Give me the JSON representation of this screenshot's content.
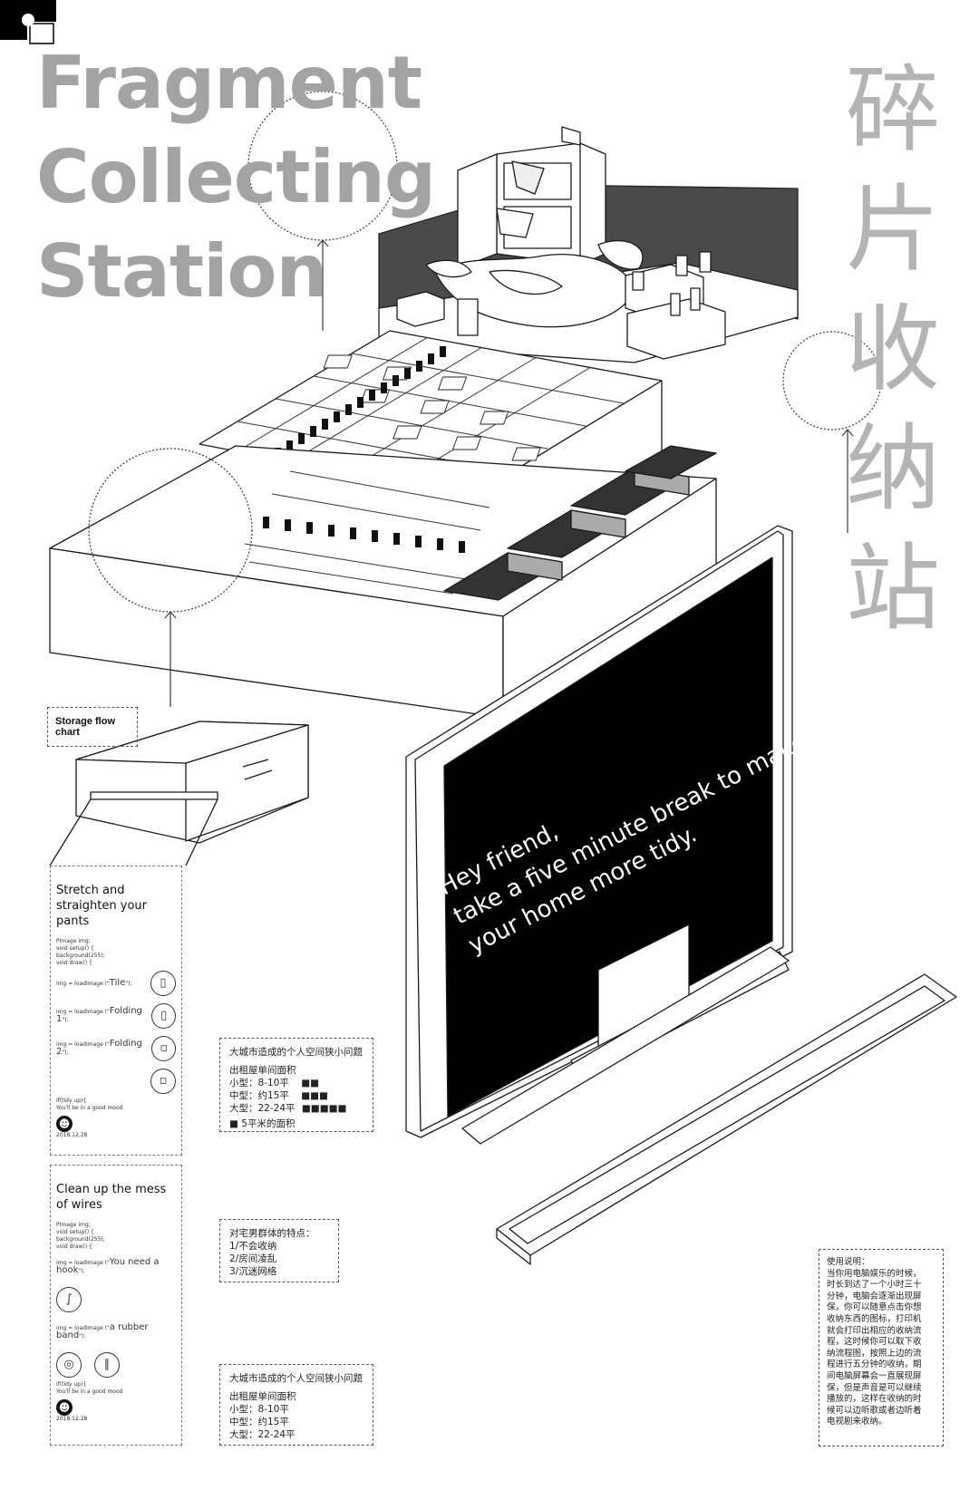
{
  "title_en": [
    "Fragment",
    "Collecting",
    "Station"
  ],
  "title_cn": [
    "碎",
    "片",
    "收",
    "纳",
    "站"
  ],
  "flow_chart_label": "Storage flow chart",
  "screen_text": [
    "Hey friend,",
    "take a five minute break to make",
    "your home more tidy."
  ],
  "paper1": {
    "heading": "Stretch and straighten your pants",
    "code": [
      "PImage img;",
      "void setup() {",
      "  background(255);",
      "void draw() {"
    ],
    "steps": [
      {
        "prefix": "img = loadImage (\"",
        "label": "Tile",
        "suffix": "\");"
      },
      {
        "prefix": "img = loadImage (\"",
        "label": "Folding 1",
        "suffix": "\");"
      },
      {
        "prefix": "img = loadImage (\"",
        "label": "Folding 2",
        "suffix": "\");"
      }
    ],
    "footer": [
      "if(tidy up){",
      "  You'll be in a good mood"
    ],
    "date": "2018.12.28"
  },
  "paper2": {
    "heading": "Clean up the mess of wires",
    "code": [
      "PImage img;",
      "void setup() {",
      "  background(255);",
      "void draw() {"
    ],
    "steps": [
      {
        "prefix": "img = loadImage (\"",
        "label": "You need a hook",
        "suffix": "\");"
      },
      {
        "prefix": "img = loadImage (\"",
        "label": "a rubber band",
        "suffix": "\");"
      }
    ],
    "footer": [
      "if(tidy up){",
      "  You'll be in a good mood"
    ],
    "date": "2018.12.28"
  },
  "box_area": {
    "title": "大城市造成的个人空间狭小问题",
    "subtitle": "出租屋单间面积",
    "rows": [
      "小型：8-10平",
      "中型：约15平",
      "大型：22-24平"
    ],
    "legend": "5平米的面积"
  },
  "box_traits": {
    "title": "对宅男群体的特点：",
    "items": [
      "1/不会收纳",
      "2/房间凌乱",
      "3/沉迷网络"
    ]
  },
  "box_area2": {
    "title": "大城市造成的个人空间狭小问题",
    "subtitle": "出租屋单间面积",
    "rows": [
      "小型：8-10平",
      "中型：约15平",
      "大型：22-24平"
    ]
  },
  "instructions": {
    "title": "使用说明：",
    "lines": [
      "当你用电脑娱乐的时候，",
      "时长到达了一个小时三十",
      "分钟，电脑会逐渐出现屏",
      "保，你可以随意点击你想",
      "收纳东西的图标，打印机",
      "就会打印出相应的收纳流",
      "程，这时候你可以取下收",
      "纳流程图，按照上边的流",
      "程进行五分钟的收纳，期",
      "间电脑屏幕会一直展现屏",
      "保，但是声音是可以继续",
      "播放的，这样在收纳的时",
      "候可以边听歌或者边听着",
      "电视剧来收纳。"
    ]
  },
  "colors": {
    "title": "#a3a3a3",
    "ink": "#111111",
    "wall": "#4d4d4d",
    "screen": "#000000"
  }
}
